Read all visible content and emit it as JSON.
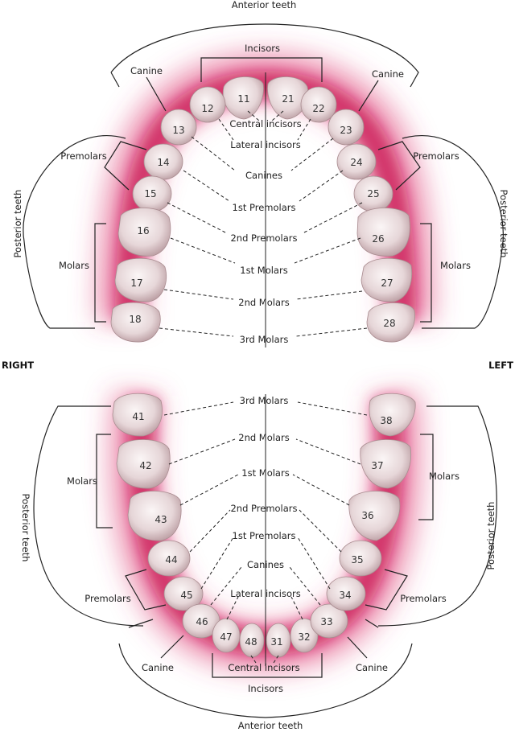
{
  "labels": {
    "anterior_teeth": "Anterior teeth",
    "posterior_teeth": "Posterior teeth",
    "incisors": "Incisors",
    "canine": "Canine",
    "premolars": "Premolars",
    "molars": "Molars",
    "right": "RIGHT",
    "left": "LEFT"
  },
  "center_labels": {
    "central_incisors": "Central incisors",
    "lateral_incisors": "Lateral incisors",
    "canines": "Canines",
    "first_premolars": "1st Premolars",
    "second_premolars": "2nd Premolars",
    "first_molars": "1st Molars",
    "second_molars": "2nd Molars",
    "third_molars": "3rd Molars"
  },
  "upper_teeth": [
    "11",
    "12",
    "13",
    "14",
    "15",
    "16",
    "17",
    "18",
    "21",
    "22",
    "23",
    "24",
    "25",
    "26",
    "27",
    "28"
  ],
  "lower_teeth": [
    "31",
    "32",
    "33",
    "34",
    "35",
    "36",
    "37",
    "38",
    "41",
    "42",
    "43",
    "44",
    "45",
    "46",
    "47",
    "48"
  ],
  "colors": {
    "gum": "#d6336c",
    "tooth": "#e8dcdc",
    "line": "#222222"
  }
}
